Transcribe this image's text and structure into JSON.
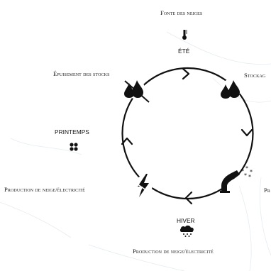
{
  "labels": {
    "top": "Fonte des neiges",
    "top_left": "Épuisement des stocks",
    "top_right": "Stockag",
    "left": "Production de neige/électricité",
    "right": "Pr",
    "bottom": "Production de neige/électricité"
  },
  "seasons": {
    "summer": "ÉTÉ",
    "spring": "PRINTEMPS",
    "winter": "HIVER"
  },
  "icons": {
    "summer": "thermometer-icon",
    "spring": "flower-icon",
    "winter": "snow-cloud-icon",
    "top_left_node": "water-drops-icon",
    "top_right_node": "water-drops-icon",
    "left_node": "lightning-icon",
    "right_node": "snow-cannon-icon"
  },
  "colors": {
    "ink": "#111111",
    "background": "#ffffff",
    "map_lines": "#dfe6ec"
  }
}
